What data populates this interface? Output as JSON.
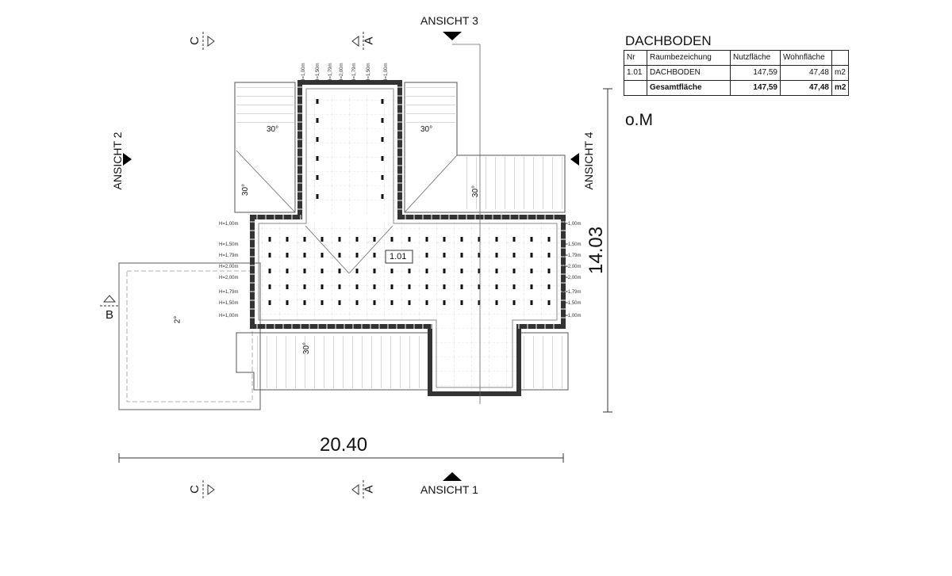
{
  "area_table": {
    "title": "DACHBODEN",
    "headers": [
      "Nr",
      "Raumbezeichung",
      "Nutzfläche",
      "Wohnfläche",
      ""
    ],
    "rows": [
      [
        "1.01",
        "DACHBODEN",
        "147,59",
        "47,48",
        "m2"
      ]
    ],
    "total": [
      "",
      "Gesamtfläche",
      "147,59",
      "47,48",
      "m2"
    ]
  },
  "floor_label": "o.M",
  "views": {
    "top": "ANSICHT 3",
    "bottom": "ANSICHT 1",
    "left": "ANSICHT 2",
    "right": "ANSICHT 4"
  },
  "section_marks": {
    "c": "C",
    "a": "A",
    "b": "B"
  },
  "dimensions": {
    "width": "20.40",
    "depth": "14.03"
  },
  "room": {
    "number": "1.01"
  },
  "roof_angles": {
    "left_top": "30°",
    "right_top": "30°",
    "left_mid": "30°",
    "right_mid": "30°",
    "bottom": "30°",
    "terrace": "2°"
  },
  "heights": {
    "left": [
      "H=1,00m",
      "H=1,50m",
      "H=1,79m",
      "H=2,00m",
      "H=2,00m",
      "H=1,79m",
      "H=1,50m",
      "H=1,00m"
    ],
    "right": [
      "H=1,00m",
      "H=1,50m",
      "H=1,79m",
      "H=2,00m",
      "H=2,00m",
      "H=1,79m",
      "H=1,50m",
      "H=1,00m"
    ],
    "top": [
      "H=1,00m",
      "H=1,50m",
      "H=1,79m",
      "H=2,00m",
      "H=1,79m",
      "H=1,50m",
      "H=1,00m"
    ]
  }
}
